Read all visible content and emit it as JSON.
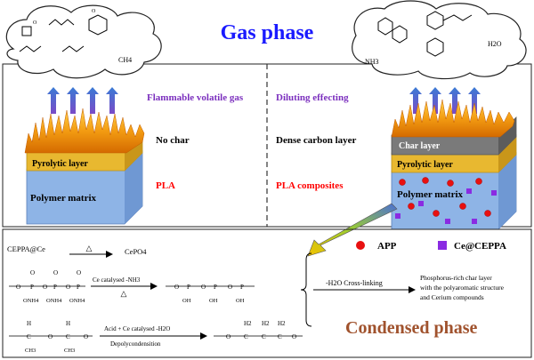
{
  "gas_phase": {
    "title": "Gas phase",
    "left": {
      "gas_label": "Flammable volatile gas",
      "char_label": "No char",
      "material": "PLA"
    },
    "right": {
      "gas_label": "Diluting effecting",
      "char_label": "Dense carbon layer",
      "material": "PLA composites"
    },
    "left_cloud": {
      "species": [
        "CH4"
      ]
    },
    "right_cloud": {
      "species": [
        "NH3",
        "H2O"
      ]
    },
    "left_block": {
      "top_layer": "Pyrolytic layer",
      "bottom_layer": "Polymer matrix"
    },
    "right_block": {
      "top_layer": "Char layer",
      "mid_layer": "Pyrolytic layer",
      "bottom_layer": "Polymer matrix"
    }
  },
  "legend": {
    "app": "APP",
    "ce_ceppa": "Ce@CEPPA"
  },
  "condensed_phase": {
    "title": "Condensed phase",
    "r1_reactant": "CEPPA@Ce",
    "r1_arrow": "△",
    "r1_product": "CePO4",
    "r2_condition": "Ce catalysed -NH3",
    "r2_arrow": "△",
    "r3_condition_top": "Acid + Ce catalysed  -H2O",
    "r3_condition_bottom": "Depolycondensition",
    "merge_condition": "-H2O  Cross-linking",
    "result": [
      "Phosphorus-rich  char layer",
      "with the polyaromatic structure",
      "and Cerium compounds"
    ],
    "struct_labels": {
      "p": "P",
      "o": "O",
      "oh": "OH",
      "onh4": "ONH4",
      "ch3": "CH3",
      "c": "C",
      "h": "H",
      "h2": "H2"
    }
  },
  "colors": {
    "title_blue": "#1a1aff",
    "purple": "#7b2fbe",
    "red": "#ff0000",
    "condensed_brown": "#a0522d",
    "pyro_yellow": "#e8b830",
    "matrix_blue": "#8eb4e6",
    "char_gray": "#7a7a7a"
  }
}
